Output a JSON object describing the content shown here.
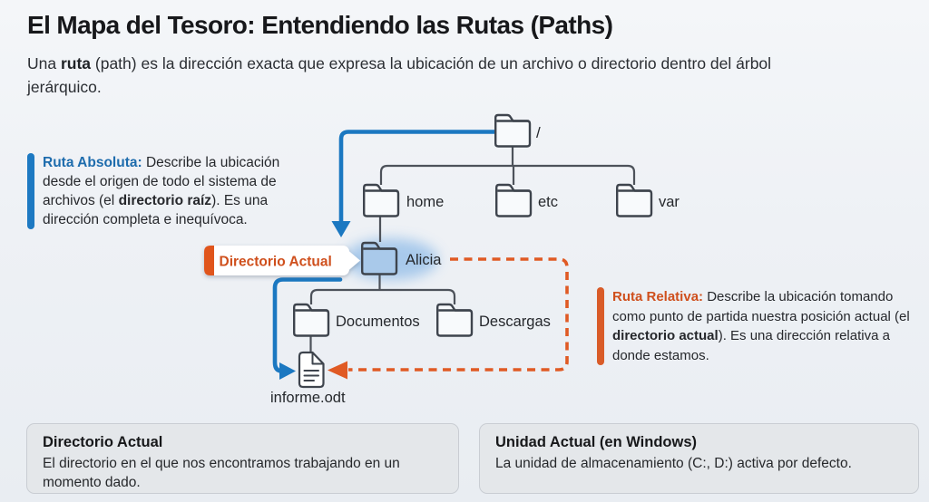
{
  "header": {
    "title": "El Mapa del Tesoro: Entendiendo las Rutas (Paths)",
    "subtitle": {
      "s1": "Una ",
      "bold": "ruta",
      "s2": " (path) es la dirección exacta que expresa la ubicación de un archivo o directorio dentro del árbol jerárquico."
    }
  },
  "callouts": {
    "absolute": {
      "label": "Ruta Absoluta:",
      "t1": " Describe la ubicación desde el origen de todo el sistema de archivos (el ",
      "bold": "directorio raíz",
      "t2": "). Es una dirección completa e inequívoca."
    },
    "relative": {
      "label": "Ruta Relativa:",
      "t1": " Describe la ubicación tomando como punto de partida nuestra posición actual (el ",
      "bold": "directorio actual",
      "t2": "). Es una dirección relativa a donde estamos."
    }
  },
  "badge": {
    "label": "Directorio Actual"
  },
  "tree": {
    "root": "/",
    "home": "home",
    "etc": "etc",
    "var": "var",
    "alicia": "Alicia",
    "documentos": "Documentos",
    "descargas": "Descargas",
    "file": "informe.odt"
  },
  "cards": [
    {
      "title": "Directorio Actual",
      "body": "El directorio en el que nos encontramos trabajando en un momento dado."
    },
    {
      "title": "Unidad Actual (en Windows)",
      "body": "La unidad de almacenamiento (C:, D:) activa por defecto."
    }
  ],
  "colors": {
    "accent_blue": "#1b78c1",
    "accent_orange": "#e05a24",
    "blue_label": "#1e6cad",
    "orange_label": "#cf4f1c",
    "alicia_fill": "#a9c9ea",
    "folder_stroke": "#3e444d",
    "background": "#eef1f5"
  }
}
